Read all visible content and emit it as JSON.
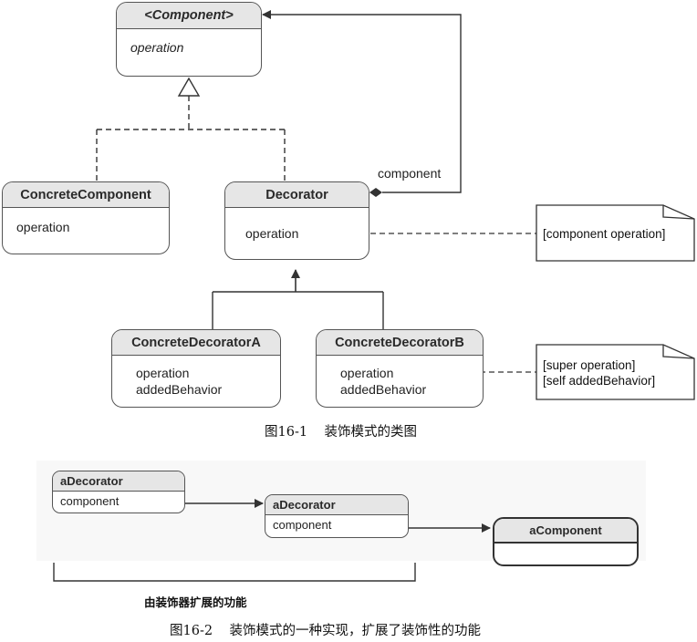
{
  "figure1": {
    "component": {
      "title": "<Component>",
      "operation": "operation"
    },
    "concrete_component": {
      "title": "ConcreteComponent",
      "operation": "operation"
    },
    "decorator": {
      "title": "Decorator",
      "operation": "operation"
    },
    "association_label": "component",
    "decorator_note": "[component operation]",
    "concrete_decorator_a": {
      "title": "ConcreteDecoratorA",
      "operations": [
        "operation",
        "addedBehavior"
      ]
    },
    "concrete_decorator_b": {
      "title": "ConcreteDecoratorB",
      "operations": [
        "operation",
        "addedBehavior"
      ]
    },
    "decorator_b_note": [
      "[super operation]",
      "[self addedBehavior]"
    ],
    "caption": "图16-1    装饰模式的类图"
  },
  "figure2": {
    "decorator1": {
      "title": "aDecorator",
      "field": "component"
    },
    "decorator2": {
      "title": "aDecorator",
      "field": "component"
    },
    "component": {
      "title": "aComponent"
    },
    "bracket_label": "由装饰器扩展的功能",
    "caption": "图16-2    装饰模式的一种实现，扩展了装饰性的功能"
  }
}
